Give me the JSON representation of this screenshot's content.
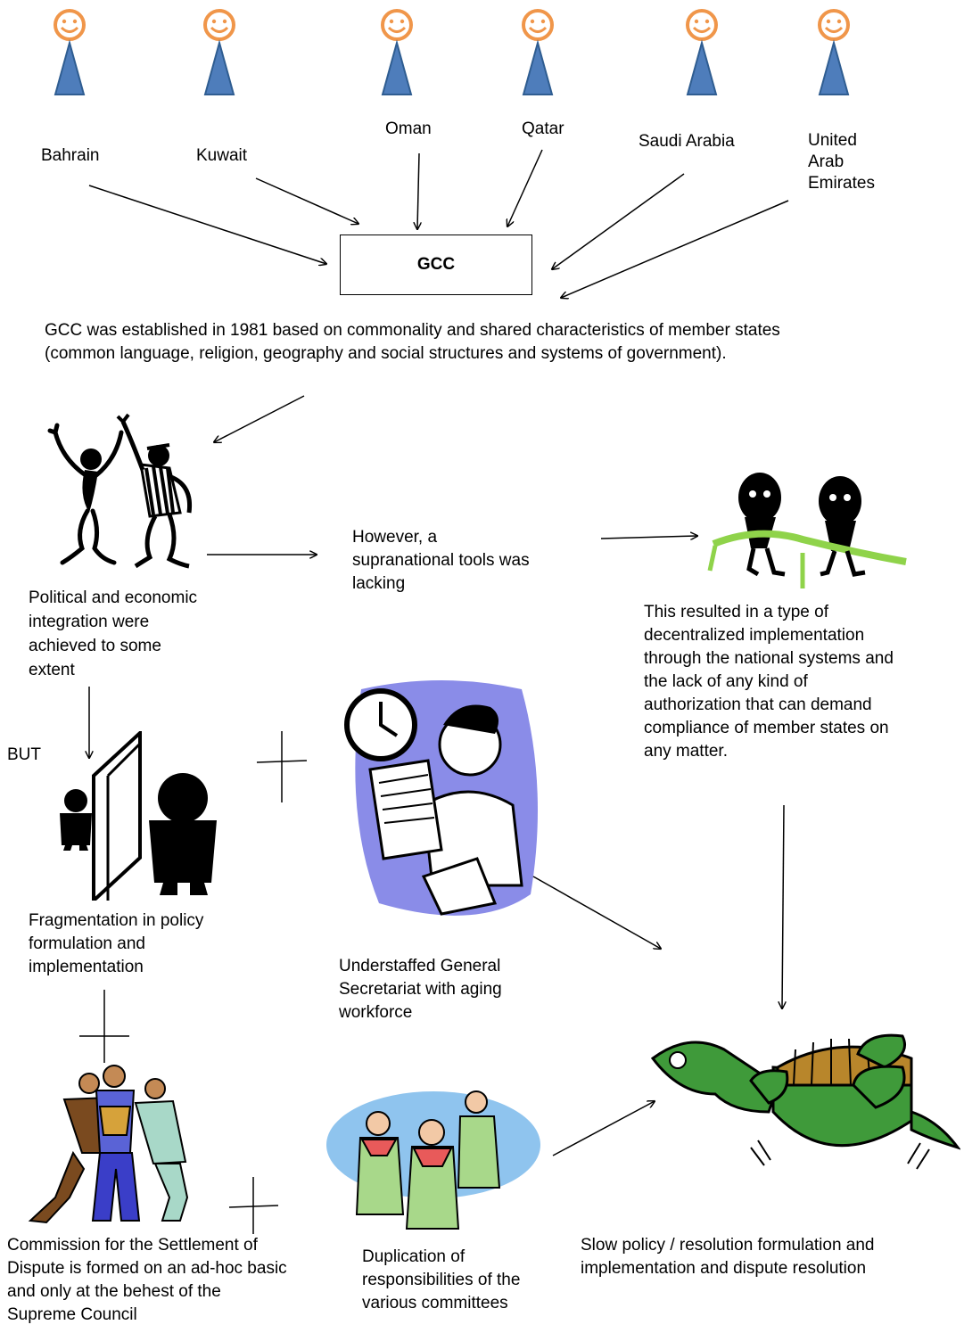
{
  "members": [
    {
      "name": "Bahrain"
    },
    {
      "name": "Kuwait"
    },
    {
      "name": "Oman"
    },
    {
      "name": "Qatar"
    },
    {
      "name": "Saudi Arabia"
    },
    {
      "name": "United\nArab\nEmirates"
    }
  ],
  "gcc_box": {
    "label": "GCC"
  },
  "establishment_text": "GCC was established in 1981 based on commonality and shared characteristics of member states\n(common language, religion, geography and social structures and systems of government).",
  "nodes": {
    "integration": "Political and economic\nintegration were\nachieved to some\nextent",
    "supranational": "However, a\nsupranational tools was\nlacking",
    "decentralized": "This resulted in a type of\ndecentralized implementation\nthrough the national systems and\nthe lack of any kind of\nauthorization that can demand\ncompliance of member states on\nany matter.",
    "but": "BUT",
    "fragmentation": "Fragmentation in policy\nformulation and\nimplementation",
    "secretariat": "Understaffed General\nSecretariat with aging\nworkforce",
    "commission": "Commission for the Settlement of\nDispute is formed on an ad-hoc basic\nand only at the behest of the\nSupreme Council",
    "duplication": "Duplication of\nresponsibilities of the\nvarious committees",
    "slow": "Slow policy / resolution formulation and\nimplementation and dispute resolution"
  },
  "colors": {
    "face": "#f0964a",
    "body": "#4e7dbb",
    "body_stroke": "#2f5d91",
    "turtle_green": "#3f9a3a",
    "shell": "#b8862b",
    "ribbon": "#8fd34a",
    "backdrop_blue": "#8a8ce8",
    "backdrop_sky": "#8fc4ee"
  }
}
